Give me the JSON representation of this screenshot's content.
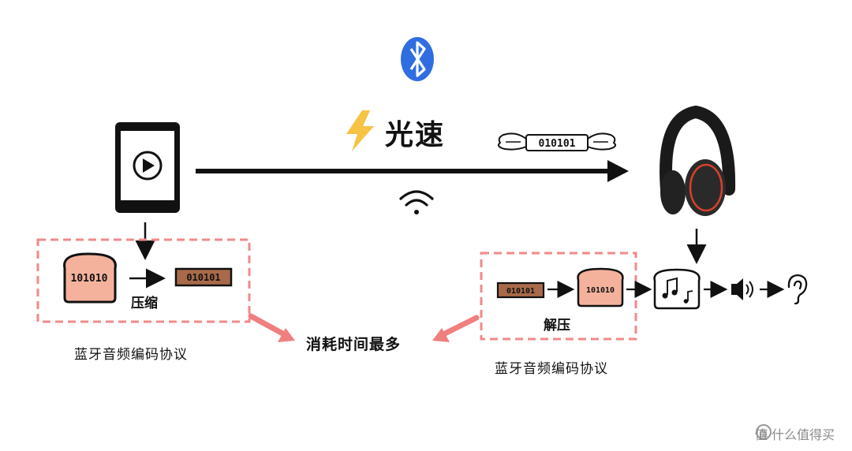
{
  "transfer": {
    "speed_label": "光速",
    "flying_bits": "010101",
    "bluetooth_icon": "bluetooth-icon",
    "signal_icon": "wifi-signal-icon"
  },
  "sender": {
    "device_icon": "tablet-play-icon",
    "bread_bits": "101010",
    "packed_bits": "010101",
    "step_label": "压缩",
    "protocol_label": "蓝牙音频编码协议"
  },
  "receiver": {
    "device_icon": "headphones-icon",
    "packed_bits": "010101",
    "bread_bits": "101010",
    "step_label": "解压",
    "protocol_label": "蓝牙音频编码协议",
    "output_icons": [
      "music-note-icon",
      "speaker-icon",
      "ear-icon"
    ]
  },
  "center_label": "消耗时间最多",
  "watermark": "值 什么值得买",
  "colors": {
    "accent_dashed": "#f08a8a",
    "pink_arrow": "#f07f7f",
    "bread": "#f4b29d",
    "bits_fill": "#a86a4a",
    "bluetooth_blue": "#2f6ee0",
    "lightning": "#f6c343"
  }
}
